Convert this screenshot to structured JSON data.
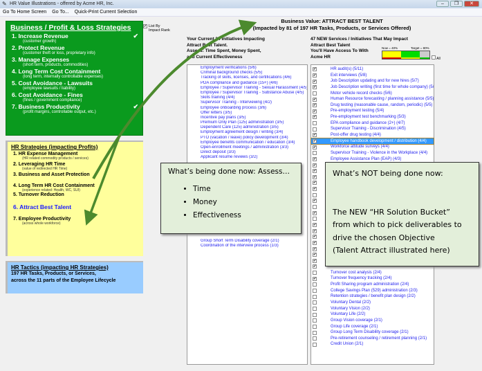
{
  "window": {
    "title": "HR Value Illustrations - offered by Acme HR, Inc."
  },
  "menu": [
    "Go To Home Screen",
    "Go To...",
    "Quick-Print Current Selection"
  ],
  "business": {
    "heading": "Business / Profit & Loss Strategies",
    "items": [
      {
        "label": "1. Increase Revenue",
        "sub": "(customer growth)",
        "checked": true
      },
      {
        "label": "2. Protect Revenue",
        "sub": "(customer theft or loss, proprietary info)",
        "checked": false
      },
      {
        "label": "3. Manage Expenses",
        "sub": "(short term, products, commodities)",
        "checked": false
      },
      {
        "label": "4. Long Term Cost Containment",
        "sub": "(long term, internally controllable expenses)",
        "checked": false
      },
      {
        "label": "5. Cost Avoidance - Lawsuits",
        "sub": "(employee lawsuits / liability)",
        "checked": false
      },
      {
        "label": "6. Cost Avoidance - Fines",
        "sub": "(fines / government compliance)",
        "checked": false
      },
      {
        "label": "7. Business Productivity",
        "sub": "(profit margins, controllable output, etc.)",
        "checked": true
      }
    ]
  },
  "hr_strategies": {
    "heading": "HR Strategies (impacting Profits)",
    "items": [
      {
        "label": "1. HR Expense Management",
        "sub": "(HR related commodity products / services)"
      },
      {
        "label": "2. Leveraging HR Time",
        "sub": "(value of redirected HR Time)"
      },
      {
        "label": "3. Business and Asset Protection",
        "sub": ""
      },
      {
        "label": "4. Long Term HR Cost Containment",
        "sub": "(experience related: Health, WC, SUI)"
      },
      {
        "label": "5. Turnover Reduction",
        "sub": ""
      },
      {
        "label": "6. Attract Best Talent",
        "sub": "",
        "selected": true
      },
      {
        "label": "7. Employee Productivity",
        "sub": "(across whole workforce)"
      }
    ]
  },
  "hr_tactics": {
    "heading": "HR Tactics (impacting HR Strategies)",
    "line1": "197 HR Tasks, Products, or Services,",
    "line2": "across the 11 parts of the Employee Lifecycle"
  },
  "list_by": {
    "label1": "List By",
    "label2": "Impact Rank",
    "checked": true
  },
  "header": {
    "line1": "Business Value:   ATTRACT BEST TALENT",
    "line2": "(Impacted by 81 of 197 HR Tasks, Products, or Services Offered)"
  },
  "current": {
    "lines": [
      "Your Current 34 Initiatives Impacting",
      "Attract Best Talent.",
      "Assess:  Time Spent, Money Spent,",
      "and Current Effectiveness"
    ],
    "items": [
      "Employment verifications (5/6)",
      "Criminal background checks (5/5)",
      "Tracking of skills, licenses, and certifications (4/6)",
      "PDA compliance and guidance (15+) (4/6)",
      "Employee / Supervisor Training - Sexual Harassment (4/5)",
      "Employee / Supervisor Training - Substance Abuse (4/5)",
      "Skills training (4/4)",
      "Supervisor Training - Interviewing (4/2)",
      "Employee onboarding process (3/6)",
      "Offer letters (3/5)",
      "Incentive pay plans (3/5)",
      "Premium Only Plan (125) administration (3/5)",
      "Dependent Care (125) administration (3/5)",
      "Employment agreement design / writing (3/4)",
      "PTO (vacation / leave) policy development (3/4)",
      "Employee benefits communication / education (3/4)",
      "Open-enrollment meetings / administration (3/3)",
      "Direct deposit (3/3)",
      "Applicant resume reviews (3/2)"
    ],
    "bottom_items": [
      "Group Short Term Disability coverage (2/1)",
      "Coordination of the interview process (1/3)"
    ]
  },
  "new": {
    "lines": [
      "47 NEW Services / Initiatives That May Impact",
      "Attract Best Talent",
      "You'll Have Access To With",
      "Acme HR"
    ],
    "meter": {
      "now_label": "Now = 40%",
      "target_label": "Target = 80%",
      "now": 40,
      "target": 80,
      "colors": [
        "#ffff00",
        "#00dd00",
        "#cccccc"
      ]
    },
    "all_label": "All",
    "items": [
      {
        "t": "HR audit(s) (5/11)",
        "c": true
      },
      {
        "t": "Exit interviews (5/8)",
        "c": true
      },
      {
        "t": "Job Description updating and for new hires (5/7)",
        "c": true
      },
      {
        "t": "Job Description writing (first time for whole company) (5/",
        "c": true
      },
      {
        "t": "Motor vehicle record checks (5/6)",
        "c": false
      },
      {
        "t": "Human Resource forecasting / planning assistance (5/5)",
        "c": true
      },
      {
        "t": "Drug testing (reasonable cause, random, periodic) (5/5)",
        "c": true
      },
      {
        "t": "Pre-employment testing (5/4)",
        "c": true
      },
      {
        "t": "Pre-employment test benchmarking (5/3)",
        "c": true
      },
      {
        "t": "EPA compliance and guidance (2+) (4/7)",
        "c": false
      },
      {
        "t": "Supervisor Training - Discrimination (4/5)",
        "c": false
      },
      {
        "t": "Post-offer drug testing (4/4)",
        "c": true
      },
      {
        "t": "Employee handbook development / distribution (4/4)",
        "c": true,
        "sel": true
      },
      {
        "t": "Workforce attitude surveys (4/4)",
        "c": true
      },
      {
        "t": "Supervisor Training - Violence in the Workplace (4/4)",
        "c": false
      },
      {
        "t": "Employee Assistance Plan (EAP) (4/3)",
        "c": true
      },
      {
        "t": "",
        "c": true
      },
      {
        "t": "",
        "c": true
      },
      {
        "t": "",
        "c": true
      },
      {
        "t": "",
        "c": true
      },
      {
        "t": "",
        "c": true
      },
      {
        "t": "",
        "c": false
      },
      {
        "t": "",
        "c": true
      },
      {
        "t": "",
        "c": false
      },
      {
        "t": "",
        "c": true
      },
      {
        "t": "",
        "c": false
      },
      {
        "t": "",
        "c": true
      },
      {
        "t": "",
        "c": true
      },
      {
        "t": "",
        "c": true
      },
      {
        "t": "",
        "c": true
      },
      {
        "t": "",
        "c": true
      },
      {
        "t": "",
        "c": true
      },
      {
        "t": "",
        "c": true
      },
      {
        "t": "",
        "c": true
      },
      {
        "t": "Turnover cost analysis (2/4)",
        "c": false
      },
      {
        "t": "Turnover frequency tracking (2/4)",
        "c": true
      },
      {
        "t": "Profit Sharing program administration (2/4)",
        "c": false
      },
      {
        "t": "College Savings Plan (529) administration (2/3)",
        "c": false
      },
      {
        "t": "Retention strategies / benefit plan design (2/2)",
        "c": false
      },
      {
        "t": "Voluntary Dental (2/2)",
        "c": false
      },
      {
        "t": "Voluntary Vision (2/2)",
        "c": false
      },
      {
        "t": "Voluntary Life (2/2)",
        "c": false
      },
      {
        "t": "Group Vision coverage (2/1)",
        "c": false
      },
      {
        "t": "Group Life coverage (2/1)",
        "c": false
      },
      {
        "t": "Group Long Term Disability coverage (2/1)",
        "c": false
      },
      {
        "t": "Pre-retirement counseling / retirement planning (2/1)",
        "c": false
      },
      {
        "t": "Credit Union (2/1)",
        "c": false
      }
    ]
  },
  "callout1": {
    "title": "What’s being done now:  Assess…",
    "bullets": [
      "Time",
      "Money",
      "Effectiveness"
    ]
  },
  "callout2": {
    "title": "What’s NOT being done now:",
    "body": [
      "The NEW “HR Solution Bucket”",
      "from which to pick deliverables to",
      "drive the chosen Objective",
      "(Talent Attract illustrated here)"
    ]
  },
  "colors": {
    "green": "#0a9a1e",
    "yellow": "#ffff9c",
    "blue": "#99ccff",
    "link": "#2222ee",
    "arrow": "#4c8a2e"
  }
}
